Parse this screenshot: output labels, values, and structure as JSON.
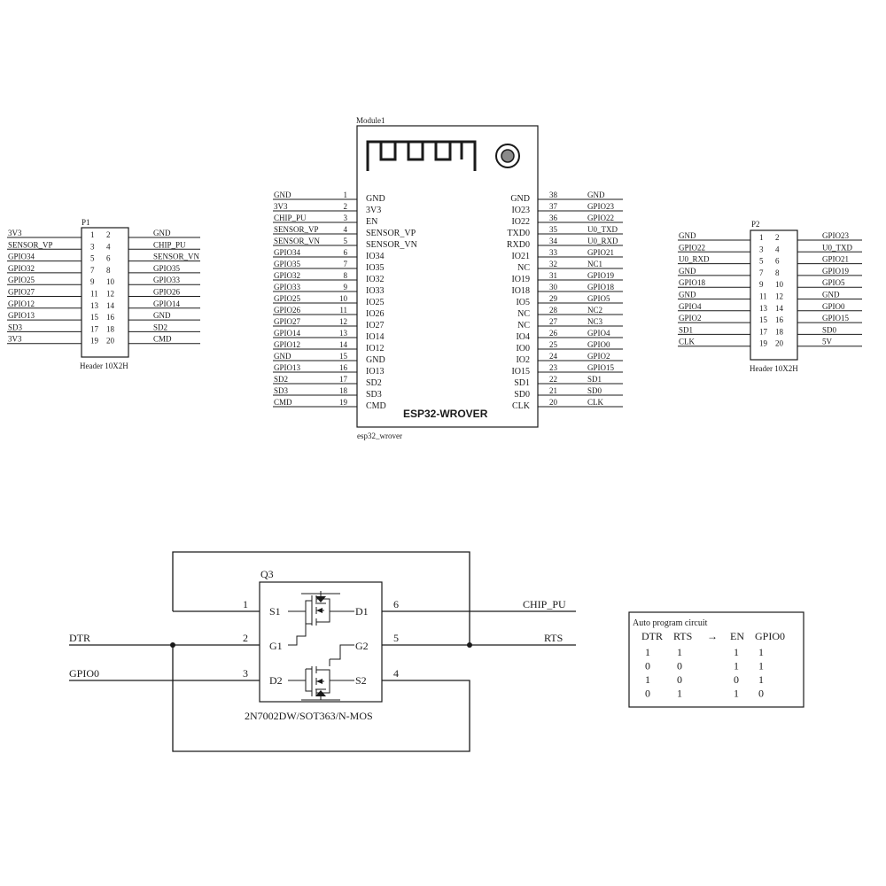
{
  "module": {
    "designator": "Module1",
    "part_name": "ESP32-WROVER",
    "footprint": "esp32_wrover",
    "left_pins": [
      {
        "num": "1",
        "name": "GND",
        "net": "GND"
      },
      {
        "num": "2",
        "name": "3V3",
        "net": "3V3"
      },
      {
        "num": "3",
        "name": "EN",
        "net": "CHIP_PU"
      },
      {
        "num": "4",
        "name": "SENSOR_VP",
        "net": "SENSOR_VP"
      },
      {
        "num": "5",
        "name": "SENSOR_VN",
        "net": "SENSOR_VN"
      },
      {
        "num": "6",
        "name": "IO34",
        "net": "GPIO34"
      },
      {
        "num": "7",
        "name": "IO35",
        "net": "GPIO35"
      },
      {
        "num": "8",
        "name": "IO32",
        "net": "GPIO32"
      },
      {
        "num": "9",
        "name": "IO33",
        "net": "GPIO33"
      },
      {
        "num": "10",
        "name": "IO25",
        "net": "GPIO25"
      },
      {
        "num": "11",
        "name": "IO26",
        "net": "GPIO26"
      },
      {
        "num": "12",
        "name": "IO27",
        "net": "GPIO27"
      },
      {
        "num": "13",
        "name": "IO14",
        "net": "GPIO14"
      },
      {
        "num": "14",
        "name": "IO12",
        "net": "GPIO12"
      },
      {
        "num": "15",
        "name": "GND",
        "net": "GND"
      },
      {
        "num": "16",
        "name": "IO13",
        "net": "GPIO13"
      },
      {
        "num": "17",
        "name": "SD2",
        "net": "SD2"
      },
      {
        "num": "18",
        "name": "SD3",
        "net": "SD3"
      },
      {
        "num": "19",
        "name": "CMD",
        "net": "CMD"
      }
    ],
    "right_pins": [
      {
        "num": "38",
        "name": "GND",
        "net": "GND"
      },
      {
        "num": "37",
        "name": "IO23",
        "net": "GPIO23"
      },
      {
        "num": "36",
        "name": "IO22",
        "net": "GPIO22"
      },
      {
        "num": "35",
        "name": "TXD0",
        "net": "U0_TXD"
      },
      {
        "num": "34",
        "name": "RXD0",
        "net": "U0_RXD"
      },
      {
        "num": "33",
        "name": "IO21",
        "net": "GPIO21"
      },
      {
        "num": "32",
        "name": "NC",
        "net": "NC1"
      },
      {
        "num": "31",
        "name": "IO19",
        "net": "GPIO19"
      },
      {
        "num": "30",
        "name": "IO18",
        "net": "GPIO18"
      },
      {
        "num": "29",
        "name": "IO5",
        "net": "GPIO5"
      },
      {
        "num": "28",
        "name": "NC",
        "net": "NC2"
      },
      {
        "num": "27",
        "name": "NC",
        "net": "NC3"
      },
      {
        "num": "26",
        "name": "IO4",
        "net": "GPIO4"
      },
      {
        "num": "25",
        "name": "IO0",
        "net": "GPIO0"
      },
      {
        "num": "24",
        "name": "IO2",
        "net": "GPIO2"
      },
      {
        "num": "23",
        "name": "IO15",
        "net": "GPIO15"
      },
      {
        "num": "22",
        "name": "SD1",
        "net": "SD1"
      },
      {
        "num": "21",
        "name": "SD0",
        "net": "SD0"
      },
      {
        "num": "20",
        "name": "CLK",
        "net": "CLK"
      }
    ]
  },
  "header_p1": {
    "designator": "P1",
    "caption": "Header 10X2H",
    "rows": [
      {
        "left_net": "3V3",
        "left_num": "1",
        "right_num": "2",
        "right_net": "GND"
      },
      {
        "left_net": "SENSOR_VP",
        "left_num": "3",
        "right_num": "4",
        "right_net": "CHIP_PU"
      },
      {
        "left_net": "GPIO34",
        "left_num": "5",
        "right_num": "6",
        "right_net": "SENSOR_VN"
      },
      {
        "left_net": "GPIO32",
        "left_num": "7",
        "right_num": "8",
        "right_net": "GPIO35"
      },
      {
        "left_net": "GPIO25",
        "left_num": "9",
        "right_num": "10",
        "right_net": "GPIO33"
      },
      {
        "left_net": "GPIO27",
        "left_num": "11",
        "right_num": "12",
        "right_net": "GPIO26"
      },
      {
        "left_net": "GPIO12",
        "left_num": "13",
        "right_num": "14",
        "right_net": "GPIO14"
      },
      {
        "left_net": "GPIO13",
        "left_num": "15",
        "right_num": "16",
        "right_net": "GND"
      },
      {
        "left_net": "SD3",
        "left_num": "17",
        "right_num": "18",
        "right_net": "SD2"
      },
      {
        "left_net": "3V3",
        "left_num": "19",
        "right_num": "20",
        "right_net": "CMD"
      }
    ]
  },
  "header_p2": {
    "designator": "P2",
    "caption": "Header 10X2H",
    "rows": [
      {
        "left_net": "GND",
        "left_num": "1",
        "right_num": "2",
        "right_net": "GPIO23"
      },
      {
        "left_net": "GPIO22",
        "left_num": "3",
        "right_num": "4",
        "right_net": "U0_TXD"
      },
      {
        "left_net": "U0_RXD",
        "left_num": "5",
        "right_num": "6",
        "right_net": "GPIO21"
      },
      {
        "left_net": "GND",
        "left_num": "7",
        "right_num": "8",
        "right_net": "GPIO19"
      },
      {
        "left_net": "GPIO18",
        "left_num": "9",
        "right_num": "10",
        "right_net": "GPIO5"
      },
      {
        "left_net": "GND",
        "left_num": "11",
        "right_num": "12",
        "right_net": "GND"
      },
      {
        "left_net": "GPIO4",
        "left_num": "13",
        "right_num": "14",
        "right_net": "GPIO0"
      },
      {
        "left_net": "GPIO2",
        "left_num": "15",
        "right_num": "16",
        "right_net": "GPIO15"
      },
      {
        "left_net": "SD1",
        "left_num": "17",
        "right_num": "18",
        "right_net": "SD0"
      },
      {
        "left_net": "CLK",
        "left_num": "19",
        "right_num": "20",
        "right_net": "5V"
      }
    ]
  },
  "q3": {
    "designator": "Q3",
    "part": "2N7002DW/SOT363/N-MOS",
    "pins": [
      {
        "num": "1",
        "name": "S1"
      },
      {
        "num": "2",
        "name": "G1"
      },
      {
        "num": "3",
        "name": "D2"
      },
      {
        "num": "6",
        "name": "D1"
      },
      {
        "num": "5",
        "name": "G2"
      },
      {
        "num": "4",
        "name": "S2"
      }
    ],
    "nets": {
      "dtr": "DTR",
      "gpio0": "GPIO0",
      "chip_pu": "CHIP_PU",
      "rts": "RTS"
    }
  },
  "truth_table": {
    "title": "Auto program circuit",
    "headers": [
      "DTR",
      "RTS",
      "→",
      "EN",
      "GPIO0"
    ],
    "rows": [
      [
        "1",
        "1",
        "",
        "1",
        "1"
      ],
      [
        "0",
        "0",
        "",
        "1",
        "1"
      ],
      [
        "1",
        "0",
        "",
        "0",
        "1"
      ],
      [
        "0",
        "1",
        "",
        "1",
        "0"
      ]
    ]
  }
}
